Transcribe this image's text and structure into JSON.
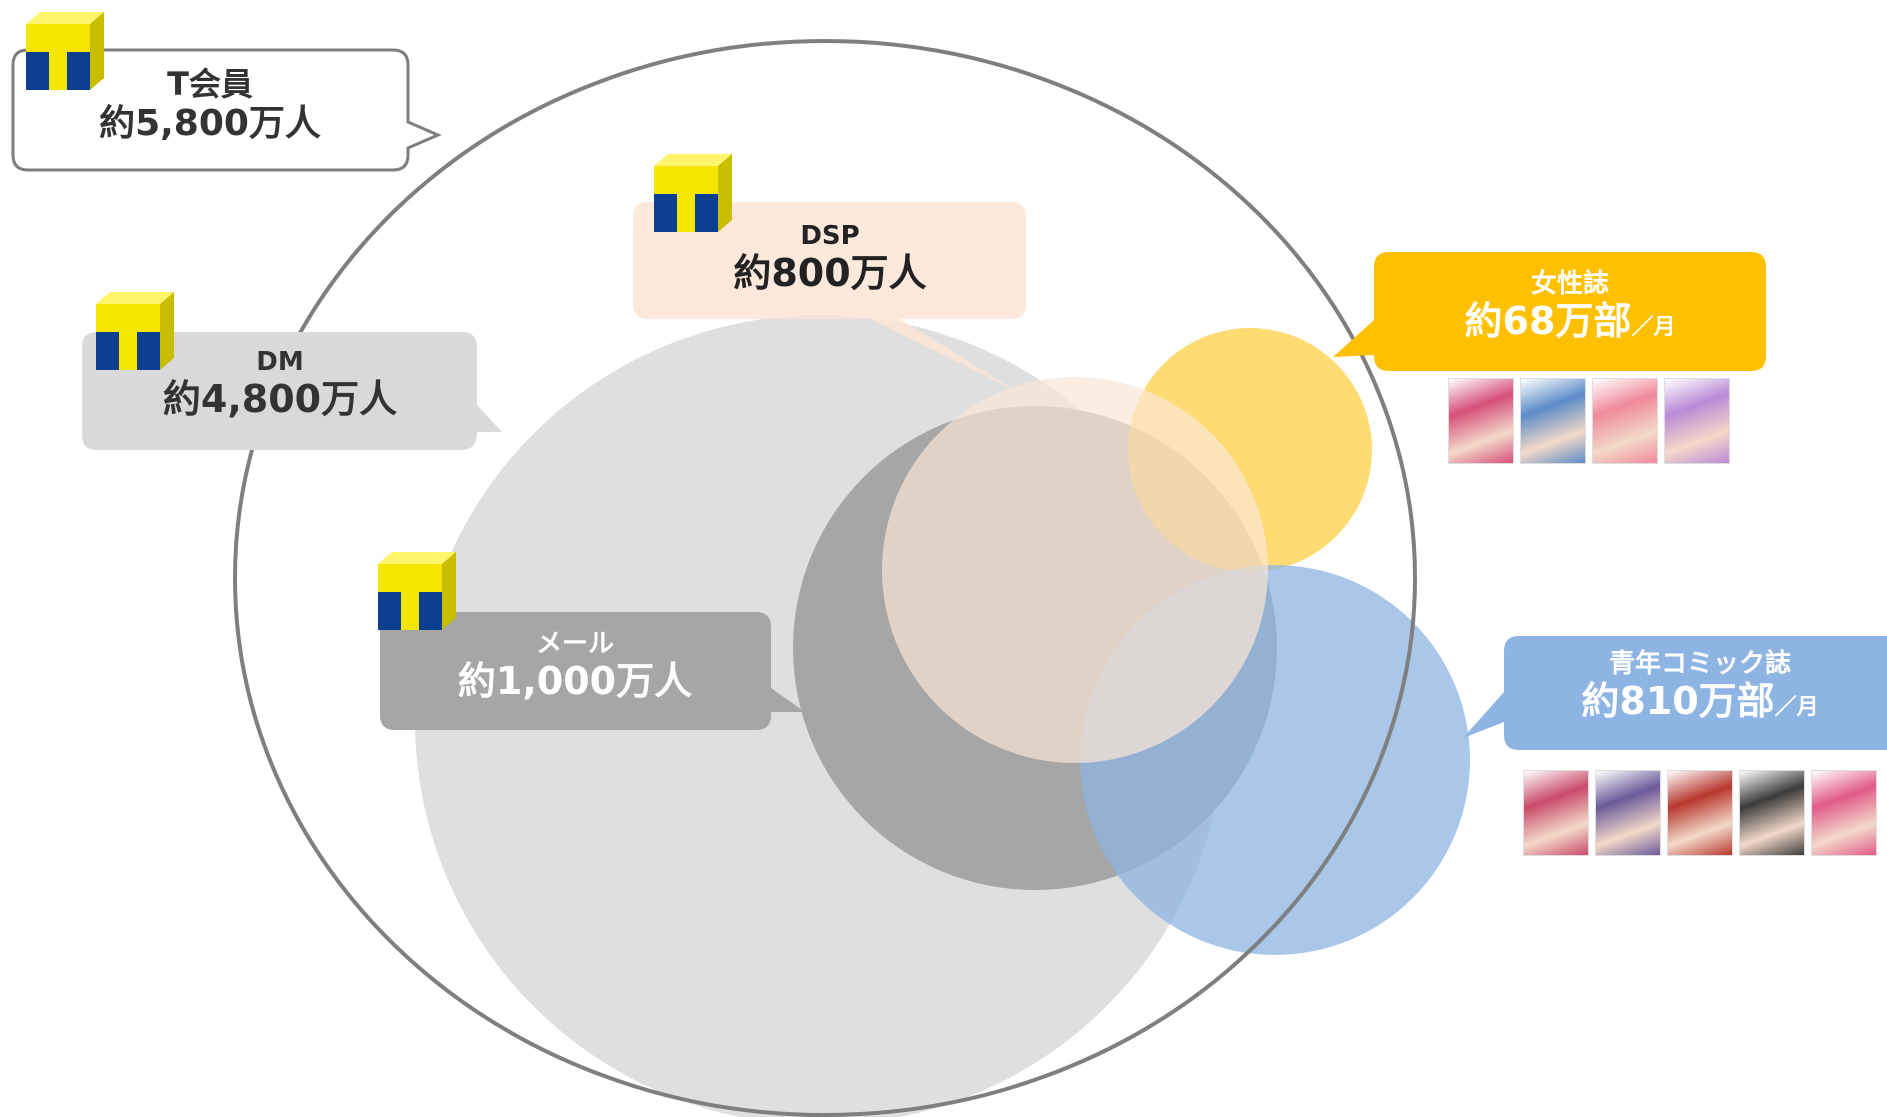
{
  "nodes": {
    "t_members": {
      "title": "T会員",
      "value": "約5,800万人",
      "has_logo": true
    },
    "dm": {
      "title": "DM",
      "value": "約4,800万人",
      "has_logo": true
    },
    "mail": {
      "title": "メール",
      "value": "約1,000万人",
      "has_logo": true
    },
    "dsp": {
      "title": "DSP",
      "value": "約800万人",
      "has_logo": true
    },
    "womens_mag": {
      "title": "女性誌",
      "value": "約68万部",
      "unit": "／月"
    },
    "comic_mag": {
      "title": "青年コミック誌",
      "value": "約810万部",
      "unit": "／月"
    }
  },
  "colors": {
    "outline": "#7f7f7f",
    "dm_fill": "#d9d9d9",
    "mail_fill": "#a6a6a6",
    "dsp_fill": "#fbe5d6",
    "womens_fill": "#ffc000",
    "comic_fill": "#8eb4e3",
    "dark_text": "#333333",
    "white_text": "#ffffff",
    "logo_yellow": "#f4e600",
    "logo_blue": "#0b3d91"
  },
  "womens_covers": [
    "#d64f7a",
    "#5b8cc8",
    "#f08a9a",
    "#b98ad6"
  ],
  "comic_covers": [
    "#c94a6a",
    "#6a5a9a",
    "#b8372e",
    "#3b3b3b",
    "#e25a8a"
  ]
}
